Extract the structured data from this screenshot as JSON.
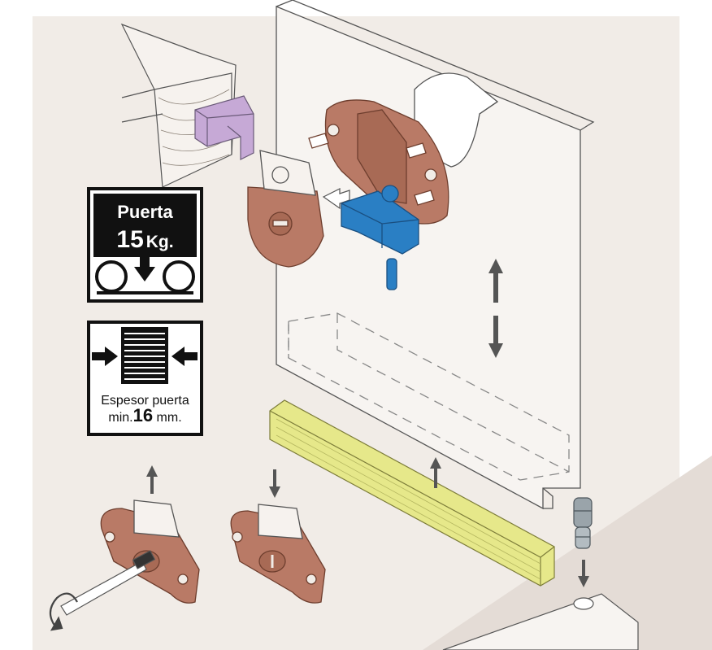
{
  "badges": {
    "weight": {
      "title": "Puerta",
      "value": "15",
      "unit": "Kg."
    },
    "thickness": {
      "label": "Espesor puerta",
      "min_prefix": "min.",
      "value": "16",
      "unit": "mm."
    }
  },
  "colors": {
    "background": "#f1ece7",
    "hanger_brown": "#b97a66",
    "bracket_blue": "#2a7fc4",
    "rail_yellow": "#e6e88a",
    "profile_purple": "#c6a9d6",
    "metal_gray": "#9aa4aa",
    "badge_black": "#111111"
  },
  "icons": [
    "up-down-arrow-icon",
    "up-arrow-icon",
    "down-arrow-icon",
    "rotate-arrow-icon",
    "screwdriver-icon",
    "roller-icon",
    "squeeze-arrows-icon"
  ]
}
